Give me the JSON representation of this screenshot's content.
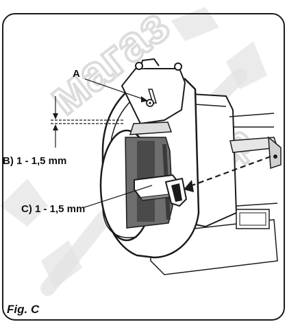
{
  "labels": {
    "a": "A",
    "b": "B) 1 - 1,5 mm",
    "c": "C) 1 - 1,5 mm",
    "figure": "Fig. C"
  },
  "watermark": {
    "text": "магазин",
    "color": "#d9d9d9"
  },
  "colors": {
    "line": "#1a1a1a",
    "wheel_face": "#6e6e6e",
    "wheel_face_dark": "#4a4a4a",
    "guard_shadow": "#bdbdbd"
  }
}
